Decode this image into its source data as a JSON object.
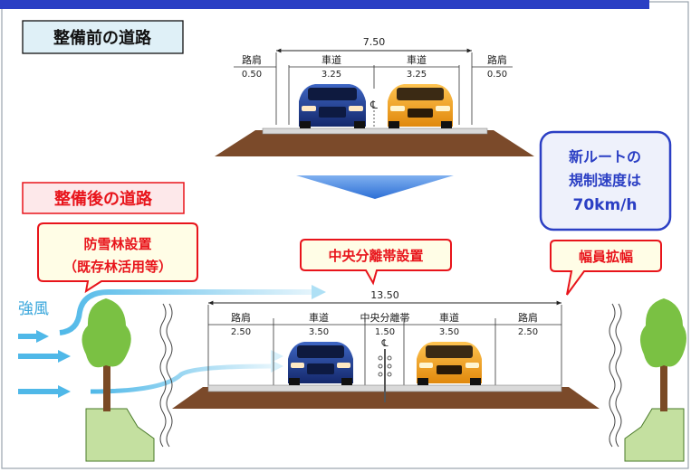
{
  "before": {
    "title": "整備前の道路",
    "total_width": "7.50",
    "lanes": [
      {
        "label": "路肩",
        "width": "0.50"
      },
      {
        "label": "車道",
        "width": "3.25"
      },
      {
        "label": "車道",
        "width": "3.25"
      },
      {
        "label": "路肩",
        "width": "0.50"
      }
    ],
    "centerline_symbol": "℄"
  },
  "after": {
    "title": "整備後の道路",
    "total_width": "13.50",
    "lanes": [
      {
        "label": "路肩",
        "width": "2.50"
      },
      {
        "label": "車道",
        "width": "3.50"
      },
      {
        "label": "中央分離帯",
        "width": "1.50"
      },
      {
        "label": "車道",
        "width": "3.50"
      },
      {
        "label": "路肩",
        "width": "2.50"
      }
    ],
    "centerline_symbol": "℄"
  },
  "callouts": {
    "speed_line1": "新ルートの",
    "speed_line2": "規制速度は",
    "speed_line3": "70km/h",
    "snowbreak_line1": "防雪林設置",
    "snowbreak_line2": "（既存林活用等）",
    "median": "中央分離帯設置",
    "widening": "幅員拡幅",
    "wind": "強風"
  },
  "colors": {
    "banner": "#2b3fc4",
    "label_red": "#e8141b",
    "callout_border": "#e8141b",
    "callout_fill": "#fffde6",
    "speed_border": "#2b3fc4",
    "speed_fill": "#eef1fb",
    "wind_arrow": "#4fb8e8",
    "soil": "#7b4a2a",
    "pavement": "#d9d9d9",
    "car_blue": "#1e3a8a",
    "car_orange": "#f4a11b",
    "tree_green": "#7ac143",
    "trunk": "#7a4a25"
  }
}
